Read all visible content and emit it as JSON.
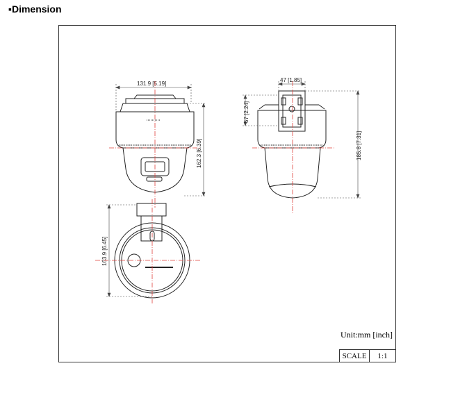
{
  "heading": "Dimension",
  "heading_bullet": "▪",
  "dimensions": {
    "front_width": "131.9 [5.19]",
    "front_height": "162.3 [6.39]",
    "side_bracket_width": "47 [1.85]",
    "side_bracket_height": "57 [2.24]",
    "side_height": "185.8 [7.31]",
    "bottom_depth": "163.9 [6.45]"
  },
  "unit_label": "Unit:mm [inch]",
  "scale": {
    "label": "SCALE",
    "value": "1:1"
  },
  "colors": {
    "centerline": "#e0403a",
    "outline": "#222222",
    "dimension": "#444444"
  }
}
